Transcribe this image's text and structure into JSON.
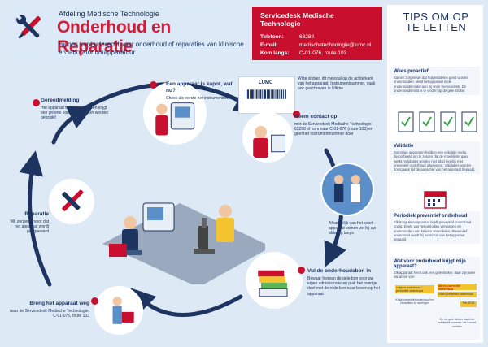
{
  "header": {
    "department": "Afdeling Medische Technologie",
    "title": "Onderhoud en Reparatie",
    "subtitle": "Bij ons kunt u terecht voor onderhoud of reparaties van klinische en laboratoriumapparatuur"
  },
  "servicedesk": {
    "title": "Servicedesk Medische Technologie",
    "rows": [
      {
        "k": "Telefoon:",
        "v": "63288"
      },
      {
        "k": "E-mail:",
        "v": "medischetechnologie@lumc.nl"
      },
      {
        "k": "Kom langs:",
        "v": "C-01-076, route 103"
      }
    ]
  },
  "steps": {
    "broken": {
      "title": "Een apparaat is kapot, wat nu?",
      "text": "Check als eerste het instrumentnummer"
    },
    "sticker": {
      "label": "LUMC",
      "text": "Witte sticker, dit meestal op de achterkant van het apparaat. Instrumentnummer, vaak ook geschreven in Ultime"
    },
    "contact": {
      "title": "Neem contact op",
      "text": "met de Servicedesk Medische Technologie 63288 of kom naar C-01-076 (route 103) en geef het instrumentnummer door"
    },
    "pickup": {
      "text": "Afhankelijk van het soort apparaat komen we bij uw afdeling langs"
    },
    "form": {
      "title": "Vul de onderhoudsbon in",
      "text": "Bewaar hiervan de gele bon voor uw eigen administratie en plak het overige deel met de rode bon naar boven op het apparaat"
    },
    "bring": {
      "title": "Breng het apparaat weg",
      "text": "naar de Servicedesk Medische Technologie, C-01-076, route 103"
    },
    "repair": {
      "title": "Reparatie",
      "text": "Wij zorgen ervoor dat het apparaat wordt gerepareerd"
    },
    "ready": {
      "title": "Gereedmelding",
      "text": "Het apparaat is gerepareerd en krijgt een groene bon; bij nog meer worden gebruikt!"
    }
  },
  "sidebar": {
    "tips_title": "TIPS OM OP TE LETTEN",
    "cards": [
      {
        "title": "Wees proactief!",
        "text": "Samen zorgen we dat hulpmiddelen goed worden onderhouden. Meld het apparaat in de onderhoudsmodel aan bij onze Servicedesk. De onderhoudsmeld is te vinden op de gele sticker."
      },
      {
        "title": "Validatie",
        "text": "Sommige apparaten hebben een validatie nodig, bijvoorbeeld om te zorgen dat de moeilijkste goed werkt. Validaties worden niet altijd tegelijk met preventief onderhoud uitgevoerd. Validaties worden doorgaans tijd de aanschaf van het apparaat bepaald."
      },
      {
        "title": "Periodiek preventief onderhoud",
        "text": "Elk hoog-risicoapparaat heeft preventief onderhoud nodig. Deels van het periodiek vervangen en onderhouden van kritieke onderdelen. Preventief onderhoud wordt bij aanschaf van het apparaat bepaald."
      },
      {
        "title": "Wat voor onderhoud krijgt mijn apparaat?",
        "text": "Elk apparaat heeft ook een gele sticker, daar zijn twee varianten van:"
      }
    ],
    "stickers": {
      "left_top": "volgens onderhoud / preventief onderhoud",
      "left_bottom": "Krijgt preventief onderhoud en reparaties bij storingen",
      "right_top": "alleen correctief onderhoud",
      "right_mid": "Geen preventief onderhoud",
      "right_label": "Per 2018",
      "right_bottom": "Op de gele sticker staat het medische nummer dat u moet melden"
    }
  },
  "colors": {
    "navy": "#1d3461",
    "red": "#c8102e",
    "light": "#dceaf8",
    "accent": "#5b8fc9"
  }
}
